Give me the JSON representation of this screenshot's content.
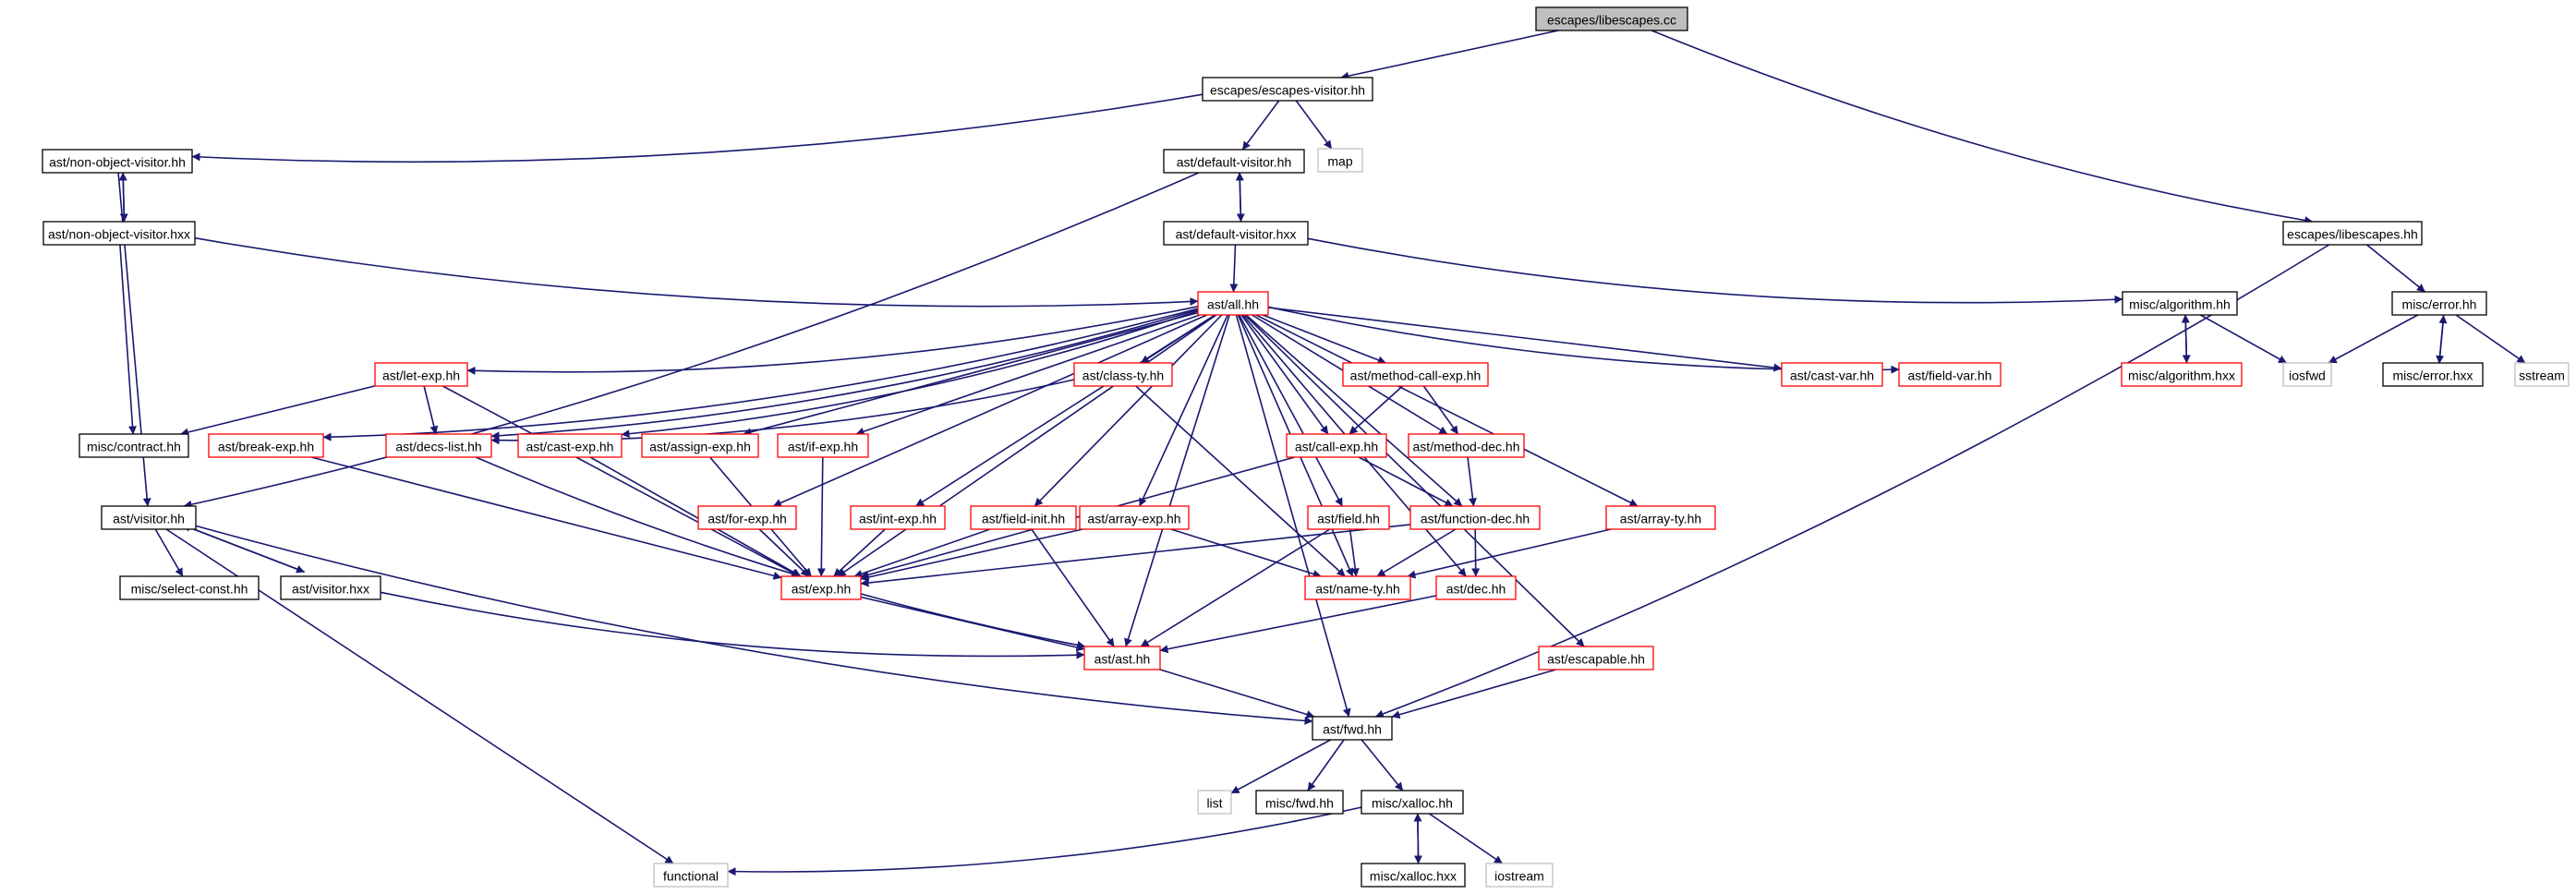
{
  "graph": {
    "colors": {
      "edge": "#191970",
      "root_fill": "#bfbfbf",
      "border_default": "#000000",
      "border_truncated": "#ff0000",
      "border_external": "#bfbfbf",
      "text": "#000000"
    },
    "nodes": [
      {
        "id": "escapes_libescapes_cc",
        "label": "escapes/libescapes.cc",
        "kind": "root"
      },
      {
        "id": "escapes_escapes_visitor_hh",
        "label": "escapes/escapes-visitor.hh",
        "kind": "normal"
      },
      {
        "id": "ast_non_object_visitor_hh",
        "label": "ast/non-object-visitor.hh",
        "kind": "normal"
      },
      {
        "id": "ast_non_object_visitor_hxx",
        "label": "ast/non-object-visitor.hxx",
        "kind": "normal"
      },
      {
        "id": "ast_default_visitor_hh",
        "label": "ast/default-visitor.hh",
        "kind": "normal"
      },
      {
        "id": "ast_default_visitor_hxx",
        "label": "ast/default-visitor.hxx",
        "kind": "normal"
      },
      {
        "id": "map",
        "label": "map",
        "kind": "external"
      },
      {
        "id": "escapes_libescapes_hh",
        "label": "escapes/libescapes.hh",
        "kind": "normal"
      },
      {
        "id": "ast_all_hh",
        "label": "ast/all.hh",
        "kind": "truncated"
      },
      {
        "id": "misc_algorithm_hh",
        "label": "misc/algorithm.hh",
        "kind": "normal"
      },
      {
        "id": "misc_algorithm_hxx",
        "label": "misc/algorithm.hxx",
        "kind": "truncated"
      },
      {
        "id": "iosfwd",
        "label": "iosfwd",
        "kind": "external"
      },
      {
        "id": "misc_error_hh",
        "label": "misc/error.hh",
        "kind": "normal"
      },
      {
        "id": "misc_error_hxx",
        "label": "misc/error.hxx",
        "kind": "normal"
      },
      {
        "id": "sstream",
        "label": "sstream",
        "kind": "external"
      },
      {
        "id": "ast_let_exp_hh",
        "label": "ast/let-exp.hh",
        "kind": "truncated"
      },
      {
        "id": "ast_class_ty_hh",
        "label": "ast/class-ty.hh",
        "kind": "truncated"
      },
      {
        "id": "ast_method_call_exp_hh",
        "label": "ast/method-call-exp.hh",
        "kind": "truncated"
      },
      {
        "id": "ast_cast_var_hh",
        "label": "ast/cast-var.hh",
        "kind": "truncated"
      },
      {
        "id": "ast_field_var_hh",
        "label": "ast/field-var.hh",
        "kind": "truncated"
      },
      {
        "id": "misc_contract_hh",
        "label": "misc/contract.hh",
        "kind": "normal"
      },
      {
        "id": "ast_break_exp_hh",
        "label": "ast/break-exp.hh",
        "kind": "truncated"
      },
      {
        "id": "ast_decs_list_hh",
        "label": "ast/decs-list.hh",
        "kind": "truncated"
      },
      {
        "id": "ast_cast_exp_hh",
        "label": "ast/cast-exp.hh",
        "kind": "truncated"
      },
      {
        "id": "ast_assign_exp_hh",
        "label": "ast/assign-exp.hh",
        "kind": "truncated"
      },
      {
        "id": "ast_if_exp_hh",
        "label": "ast/if-exp.hh",
        "kind": "truncated"
      },
      {
        "id": "ast_call_exp_hh",
        "label": "ast/call-exp.hh",
        "kind": "truncated"
      },
      {
        "id": "ast_method_dec_hh",
        "label": "ast/method-dec.hh",
        "kind": "truncated"
      },
      {
        "id": "ast_visitor_hh",
        "label": "ast/visitor.hh",
        "kind": "normal"
      },
      {
        "id": "ast_for_exp_hh",
        "label": "ast/for-exp.hh",
        "kind": "truncated"
      },
      {
        "id": "ast_int_exp_hh",
        "label": "ast/int-exp.hh",
        "kind": "truncated"
      },
      {
        "id": "ast_field_init_hh",
        "label": "ast/field-init.hh",
        "kind": "truncated"
      },
      {
        "id": "ast_array_exp_hh",
        "label": "ast/array-exp.hh",
        "kind": "truncated"
      },
      {
        "id": "ast_field_hh",
        "label": "ast/field.hh",
        "kind": "truncated"
      },
      {
        "id": "ast_function_dec_hh",
        "label": "ast/function-dec.hh",
        "kind": "truncated"
      },
      {
        "id": "ast_array_ty_hh",
        "label": "ast/array-ty.hh",
        "kind": "truncated"
      },
      {
        "id": "misc_select_const_hh",
        "label": "misc/select-const.hh",
        "kind": "normal"
      },
      {
        "id": "ast_visitor_hxx",
        "label": "ast/visitor.hxx",
        "kind": "normal"
      },
      {
        "id": "ast_exp_hh",
        "label": "ast/exp.hh",
        "kind": "truncated"
      },
      {
        "id": "ast_name_ty_hh",
        "label": "ast/name-ty.hh",
        "kind": "truncated"
      },
      {
        "id": "ast_dec_hh",
        "label": "ast/dec.hh",
        "kind": "truncated"
      },
      {
        "id": "ast_escapable_hh",
        "label": "ast/escapable.hh",
        "kind": "truncated"
      },
      {
        "id": "ast_ast_hh",
        "label": "ast/ast.hh",
        "kind": "truncated"
      },
      {
        "id": "ast_fwd_hh",
        "label": "ast/fwd.hh",
        "kind": "normal"
      },
      {
        "id": "list",
        "label": "list",
        "kind": "external"
      },
      {
        "id": "misc_fwd_hh",
        "label": "misc/fwd.hh",
        "kind": "normal"
      },
      {
        "id": "misc_xalloc_hh",
        "label": "misc/xalloc.hh",
        "kind": "normal"
      },
      {
        "id": "functional",
        "label": "functional",
        "kind": "external"
      },
      {
        "id": "misc_xalloc_hxx",
        "label": "misc/xalloc.hxx",
        "kind": "normal"
      },
      {
        "id": "iostream",
        "label": "iostream",
        "kind": "external"
      }
    ],
    "edges": [
      [
        "escapes_libescapes_cc",
        "escapes_escapes_visitor_hh"
      ],
      [
        "escapes_libescapes_cc",
        "escapes_libescapes_hh"
      ],
      [
        "escapes_escapes_visitor_hh",
        "ast_non_object_visitor_hh"
      ],
      [
        "escapes_escapes_visitor_hh",
        "ast_default_visitor_hh"
      ],
      [
        "escapes_escapes_visitor_hh",
        "map"
      ],
      [
        "ast_non_object_visitor_hh",
        "ast_non_object_visitor_hxx"
      ],
      [
        "ast_non_object_visitor_hxx",
        "ast_non_object_visitor_hh"
      ],
      [
        "ast_non_object_visitor_hh",
        "ast_visitor_hh"
      ],
      [
        "ast_non_object_visitor_hxx",
        "misc_contract_hh"
      ],
      [
        "ast_non_object_visitor_hxx",
        "ast_all_hh"
      ],
      [
        "ast_default_visitor_hh",
        "ast_default_visitor_hxx"
      ],
      [
        "ast_default_visitor_hxx",
        "ast_default_visitor_hh"
      ],
      [
        "ast_default_visitor_hh",
        "ast_visitor_hh"
      ],
      [
        "ast_default_visitor_hxx",
        "ast_all_hh"
      ],
      [
        "ast_default_visitor_hxx",
        "misc_algorithm_hh"
      ],
      [
        "escapes_libescapes_hh",
        "misc_error_hh"
      ],
      [
        "escapes_libescapes_hh",
        "ast_fwd_hh"
      ],
      [
        "misc_algorithm_hh",
        "misc_algorithm_hxx"
      ],
      [
        "misc_algorithm_hxx",
        "misc_algorithm_hh"
      ],
      [
        "misc_algorithm_hh",
        "iosfwd"
      ],
      [
        "misc_error_hh",
        "iosfwd"
      ],
      [
        "misc_error_hh",
        "misc_error_hxx"
      ],
      [
        "misc_error_hxx",
        "misc_error_hh"
      ],
      [
        "misc_error_hh",
        "sstream"
      ],
      [
        "ast_all_hh",
        "ast_let_exp_hh"
      ],
      [
        "ast_all_hh",
        "ast_class_ty_hh"
      ],
      [
        "ast_all_hh",
        "ast_method_call_exp_hh"
      ],
      [
        "ast_all_hh",
        "ast_cast_var_hh"
      ],
      [
        "ast_all_hh",
        "ast_field_var_hh"
      ],
      [
        "ast_all_hh",
        "ast_break_exp_hh"
      ],
      [
        "ast_all_hh",
        "ast_decs_list_hh"
      ],
      [
        "ast_all_hh",
        "ast_cast_exp_hh"
      ],
      [
        "ast_all_hh",
        "ast_assign_exp_hh"
      ],
      [
        "ast_all_hh",
        "ast_if_exp_hh"
      ],
      [
        "ast_all_hh",
        "ast_call_exp_hh"
      ],
      [
        "ast_all_hh",
        "ast_method_dec_hh"
      ],
      [
        "ast_all_hh",
        "ast_for_exp_hh"
      ],
      [
        "ast_all_hh",
        "ast_int_exp_hh"
      ],
      [
        "ast_all_hh",
        "ast_field_init_hh"
      ],
      [
        "ast_all_hh",
        "ast_array_exp_hh"
      ],
      [
        "ast_all_hh",
        "ast_field_hh"
      ],
      [
        "ast_all_hh",
        "ast_function_dec_hh"
      ],
      [
        "ast_all_hh",
        "ast_array_ty_hh"
      ],
      [
        "ast_all_hh",
        "ast_exp_hh"
      ],
      [
        "ast_all_hh",
        "ast_name_ty_hh"
      ],
      [
        "ast_all_hh",
        "ast_dec_hh"
      ],
      [
        "ast_all_hh",
        "ast_ast_hh"
      ],
      [
        "ast_all_hh",
        "ast_escapable_hh"
      ],
      [
        "ast_all_hh",
        "ast_fwd_hh"
      ],
      [
        "ast_let_exp_hh",
        "misc_contract_hh"
      ],
      [
        "ast_let_exp_hh",
        "ast_decs_list_hh"
      ],
      [
        "ast_let_exp_hh",
        "ast_exp_hh"
      ],
      [
        "ast_class_ty_hh",
        "ast_decs_list_hh"
      ],
      [
        "ast_class_ty_hh",
        "ast_name_ty_hh"
      ],
      [
        "ast_method_call_exp_hh",
        "ast_call_exp_hh"
      ],
      [
        "ast_method_call_exp_hh",
        "ast_method_dec_hh"
      ],
      [
        "ast_break_exp_hh",
        "ast_exp_hh"
      ],
      [
        "ast_decs_list_hh",
        "ast_ast_hh"
      ],
      [
        "ast_cast_exp_hh",
        "ast_exp_hh"
      ],
      [
        "ast_assign_exp_hh",
        "ast_exp_hh"
      ],
      [
        "ast_if_exp_hh",
        "ast_exp_hh"
      ],
      [
        "ast_call_exp_hh",
        "ast_exp_hh"
      ],
      [
        "ast_call_exp_hh",
        "ast_function_dec_hh"
      ],
      [
        "ast_method_dec_hh",
        "ast_function_dec_hh"
      ],
      [
        "ast_for_exp_hh",
        "ast_exp_hh"
      ],
      [
        "ast_int_exp_hh",
        "ast_exp_hh"
      ],
      [
        "ast_field_init_hh",
        "ast_exp_hh"
      ],
      [
        "ast_field_init_hh",
        "ast_ast_hh"
      ],
      [
        "ast_array_exp_hh",
        "ast_exp_hh"
      ],
      [
        "ast_array_exp_hh",
        "ast_name_ty_hh"
      ],
      [
        "ast_field_hh",
        "ast_name_ty_hh"
      ],
      [
        "ast_field_hh",
        "ast_ast_hh"
      ],
      [
        "ast_function_dec_hh",
        "ast_exp_hh"
      ],
      [
        "ast_function_dec_hh",
        "ast_name_ty_hh"
      ],
      [
        "ast_function_dec_hh",
        "ast_dec_hh"
      ],
      [
        "ast_array_ty_hh",
        "ast_name_ty_hh"
      ],
      [
        "ast_visitor_hh",
        "misc_select_const_hh"
      ],
      [
        "ast_visitor_hh",
        "ast_visitor_hxx"
      ],
      [
        "ast_visitor_hxx",
        "ast_visitor_hh"
      ],
      [
        "ast_visitor_hh",
        "ast_fwd_hh"
      ],
      [
        "ast_visitor_hh",
        "functional"
      ],
      [
        "ast_visitor_hxx",
        "ast_ast_hh"
      ],
      [
        "ast_exp_hh",
        "ast_ast_hh"
      ],
      [
        "ast_dec_hh",
        "ast_ast_hh"
      ],
      [
        "ast_escapable_hh",
        "ast_fwd_hh"
      ],
      [
        "ast_ast_hh",
        "ast_fwd_hh"
      ],
      [
        "ast_fwd_hh",
        "list"
      ],
      [
        "ast_fwd_hh",
        "misc_fwd_hh"
      ],
      [
        "ast_fwd_hh",
        "misc_xalloc_hh"
      ],
      [
        "misc_xalloc_hh",
        "functional"
      ],
      [
        "misc_xalloc_hh",
        "misc_xalloc_hxx"
      ],
      [
        "misc_xalloc_hxx",
        "misc_xalloc_hh"
      ],
      [
        "misc_xalloc_hh",
        "iostream"
      ]
    ]
  }
}
